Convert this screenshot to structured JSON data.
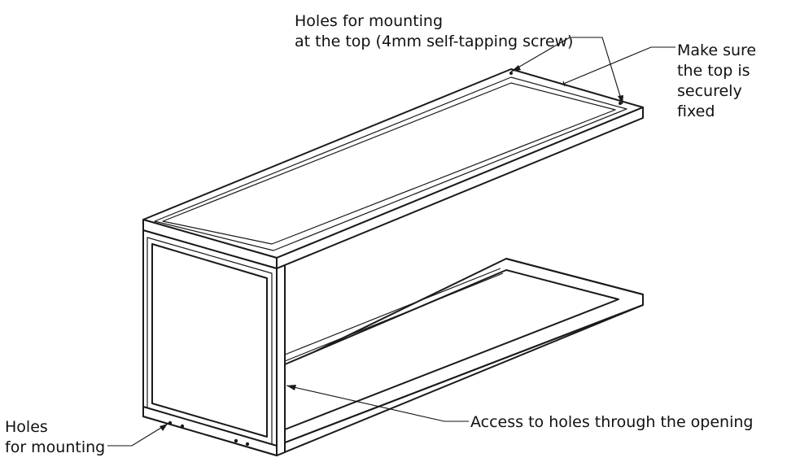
{
  "annotations": {
    "top_holes": {
      "line1": "Holes for mounting",
      "line2": "at the top (4mm self-tapping screw)"
    },
    "top_fixed": {
      "line1": "Make sure",
      "line2": "the top is",
      "line3": "securely",
      "line4": "fixed"
    },
    "bottom_holes": {
      "line1": "Holes",
      "line2": "for mounting"
    },
    "access": {
      "line1": "Access to holes through the opening"
    }
  }
}
